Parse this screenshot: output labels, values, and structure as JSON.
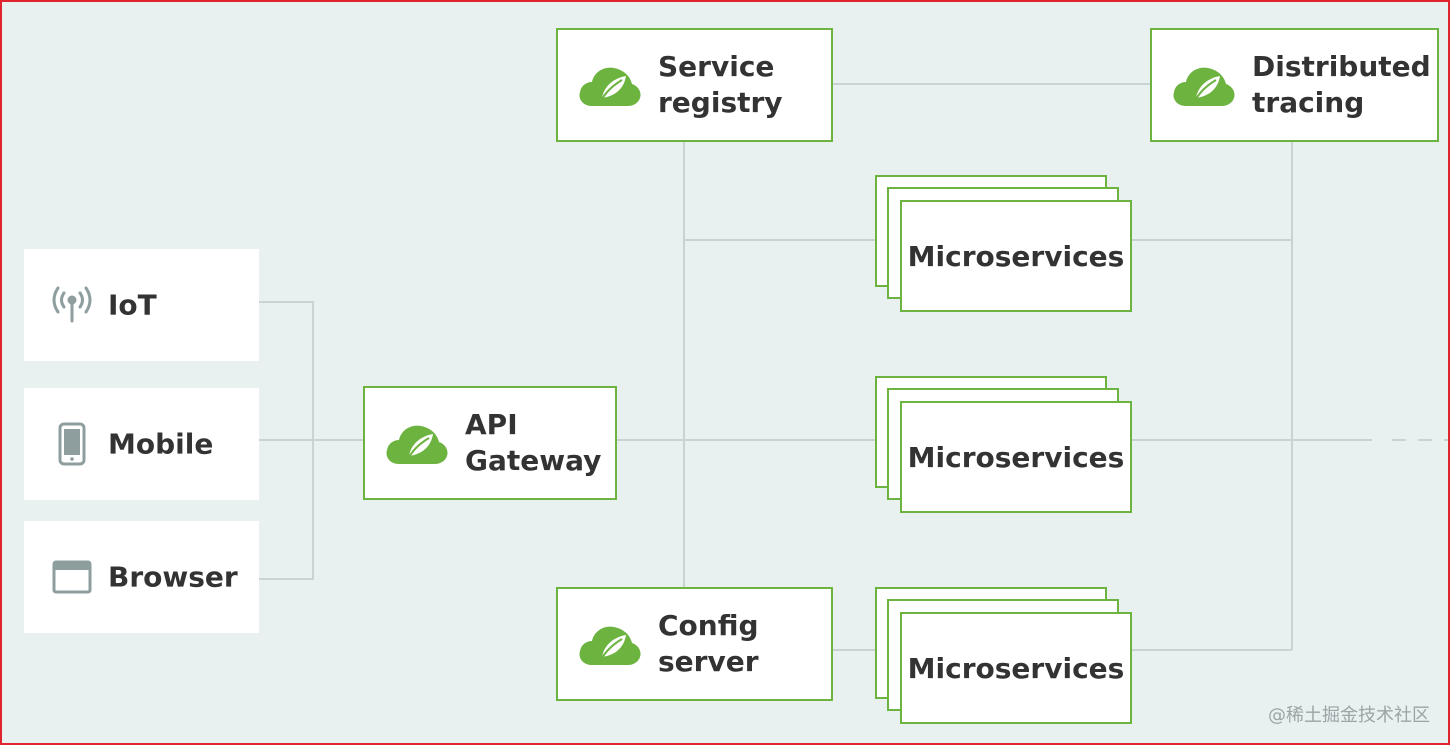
{
  "clients": [
    {
      "label": "IoT",
      "icon": "wifi-signal-icon"
    },
    {
      "label": "Mobile",
      "icon": "mobile-phone-icon"
    },
    {
      "label": "Browser",
      "icon": "browser-window-icon"
    }
  ],
  "gateway": {
    "line1": "API",
    "line2": "Gateway",
    "icon": "spring-leaf-icon"
  },
  "service_registry": {
    "line1": "Service",
    "line2": "registry",
    "icon": "spring-leaf-icon"
  },
  "config_server": {
    "line1": "Config",
    "line2": "server",
    "icon": "spring-leaf-icon"
  },
  "distributed_tracing": {
    "line1": "Distributed",
    "line2": "tracing",
    "icon": "spring-leaf-icon"
  },
  "microservices": [
    {
      "label": "Microservices"
    },
    {
      "label": "Microservices"
    },
    {
      "label": "Microservices"
    }
  ],
  "watermark": "@稀土掘金技术社区",
  "colors": {
    "background": "#e8f0f0",
    "accent_green": "#6db33f",
    "wire": "#c9d3d3",
    "border_red": "#e0262c",
    "icon_gray": "#8e9d9d",
    "text": "#333333"
  }
}
